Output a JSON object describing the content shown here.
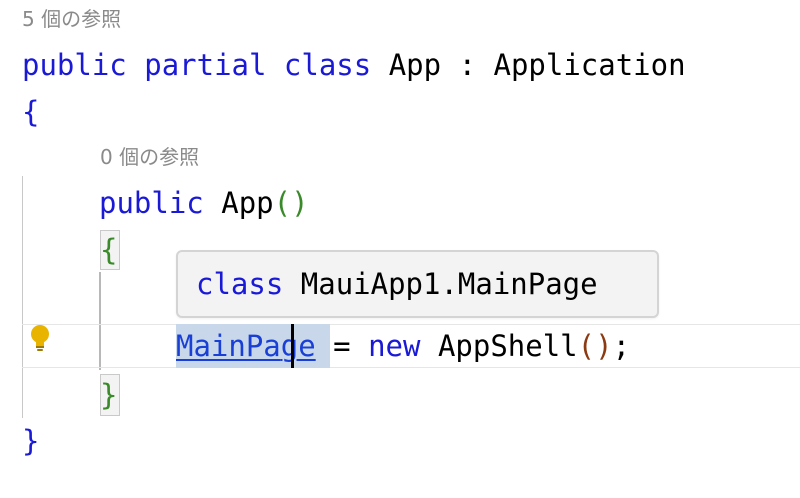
{
  "code_lens": {
    "class_references": "5 個の参照",
    "ctor_references": "0 個の参照"
  },
  "code": {
    "class_decl": {
      "kw_public": "public",
      "kw_partial": "partial",
      "kw_class": "class",
      "class_name": "App",
      "colon": ":",
      "base_class": "Application"
    },
    "open_brace": "{",
    "ctor_decl": {
      "kw_public": "public",
      "name": "App",
      "parens": "()"
    },
    "ctor_open_brace": "{",
    "assignment": {
      "target_selected": "MainPa",
      "target_rest": "ge",
      "equals": "=",
      "kw_new": "new",
      "type": "AppShell",
      "open_paren": "(",
      "close_paren": ")",
      "semicolon": ";"
    },
    "ctor_close_brace": "}",
    "close_brace": "}"
  },
  "tooltip": {
    "keyword": "class",
    "type_name": "MauiApp1.MainPage"
  },
  "icons": {
    "lightbulb": "lightbulb-icon"
  },
  "colors": {
    "keyword": "#1a1ad6",
    "link": "#1a3fd6",
    "bracket_green": "#3a8a2a",
    "paren_brown": "#8b3a12",
    "selection": "#c8d8ea",
    "code_lens": "#8a8a8a",
    "bulb": "#e8b400"
  }
}
